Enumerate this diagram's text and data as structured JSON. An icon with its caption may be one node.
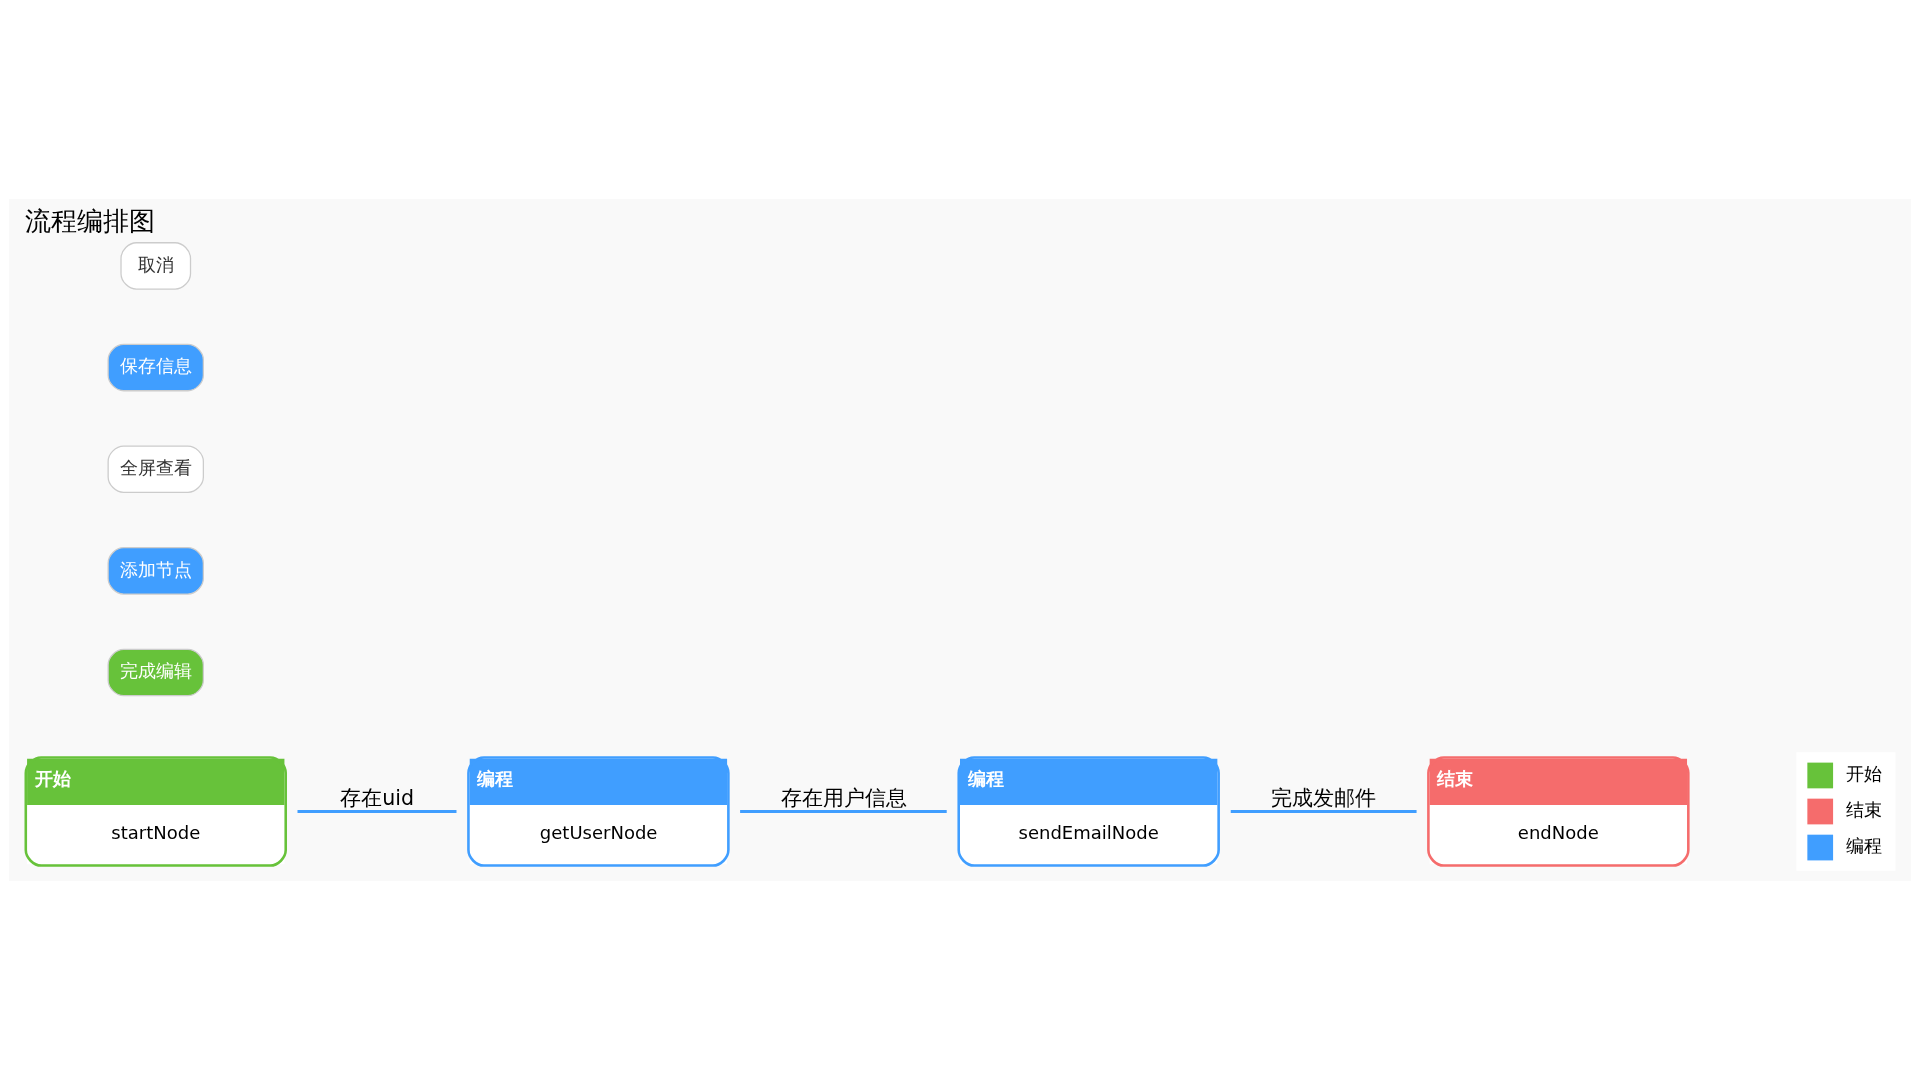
{
  "diagram": {
    "title": "流程编排图",
    "nodes": [
      {
        "text": [
          "开始",
          "startNode"
        ]
      },
      {
        "text": [
          "编程",
          "getUserNode"
        ]
      },
      {
        "text": [
          "编程",
          "sendEmailNode"
        ]
      },
      {
        "text": [
          "结束",
          "endNode"
        ]
      }
    ],
    "edges": [
      {
        "from": 0,
        "to": 1,
        "arrow": "none",
        "label": "存在uid"
      },
      {
        "from": 1,
        "to": 2,
        "arrow": "none",
        "label": "存在用户信息"
      },
      {
        "from": 2,
        "to": 3,
        "arrow": "none",
        "label": "完成发邮件"
      }
    ],
    "labels": [
      "完成编辑",
      "添加节点",
      "全屏查看",
      "保存信息",
      "取消"
    ],
    "legend": [
      {
        "text": "开始",
        "color": "#67c23a"
      },
      {
        "text": "结束",
        "color": "#f56c6c"
      },
      {
        "text": "编程",
        "color": "#409eff"
      }
    ]
  }
}
